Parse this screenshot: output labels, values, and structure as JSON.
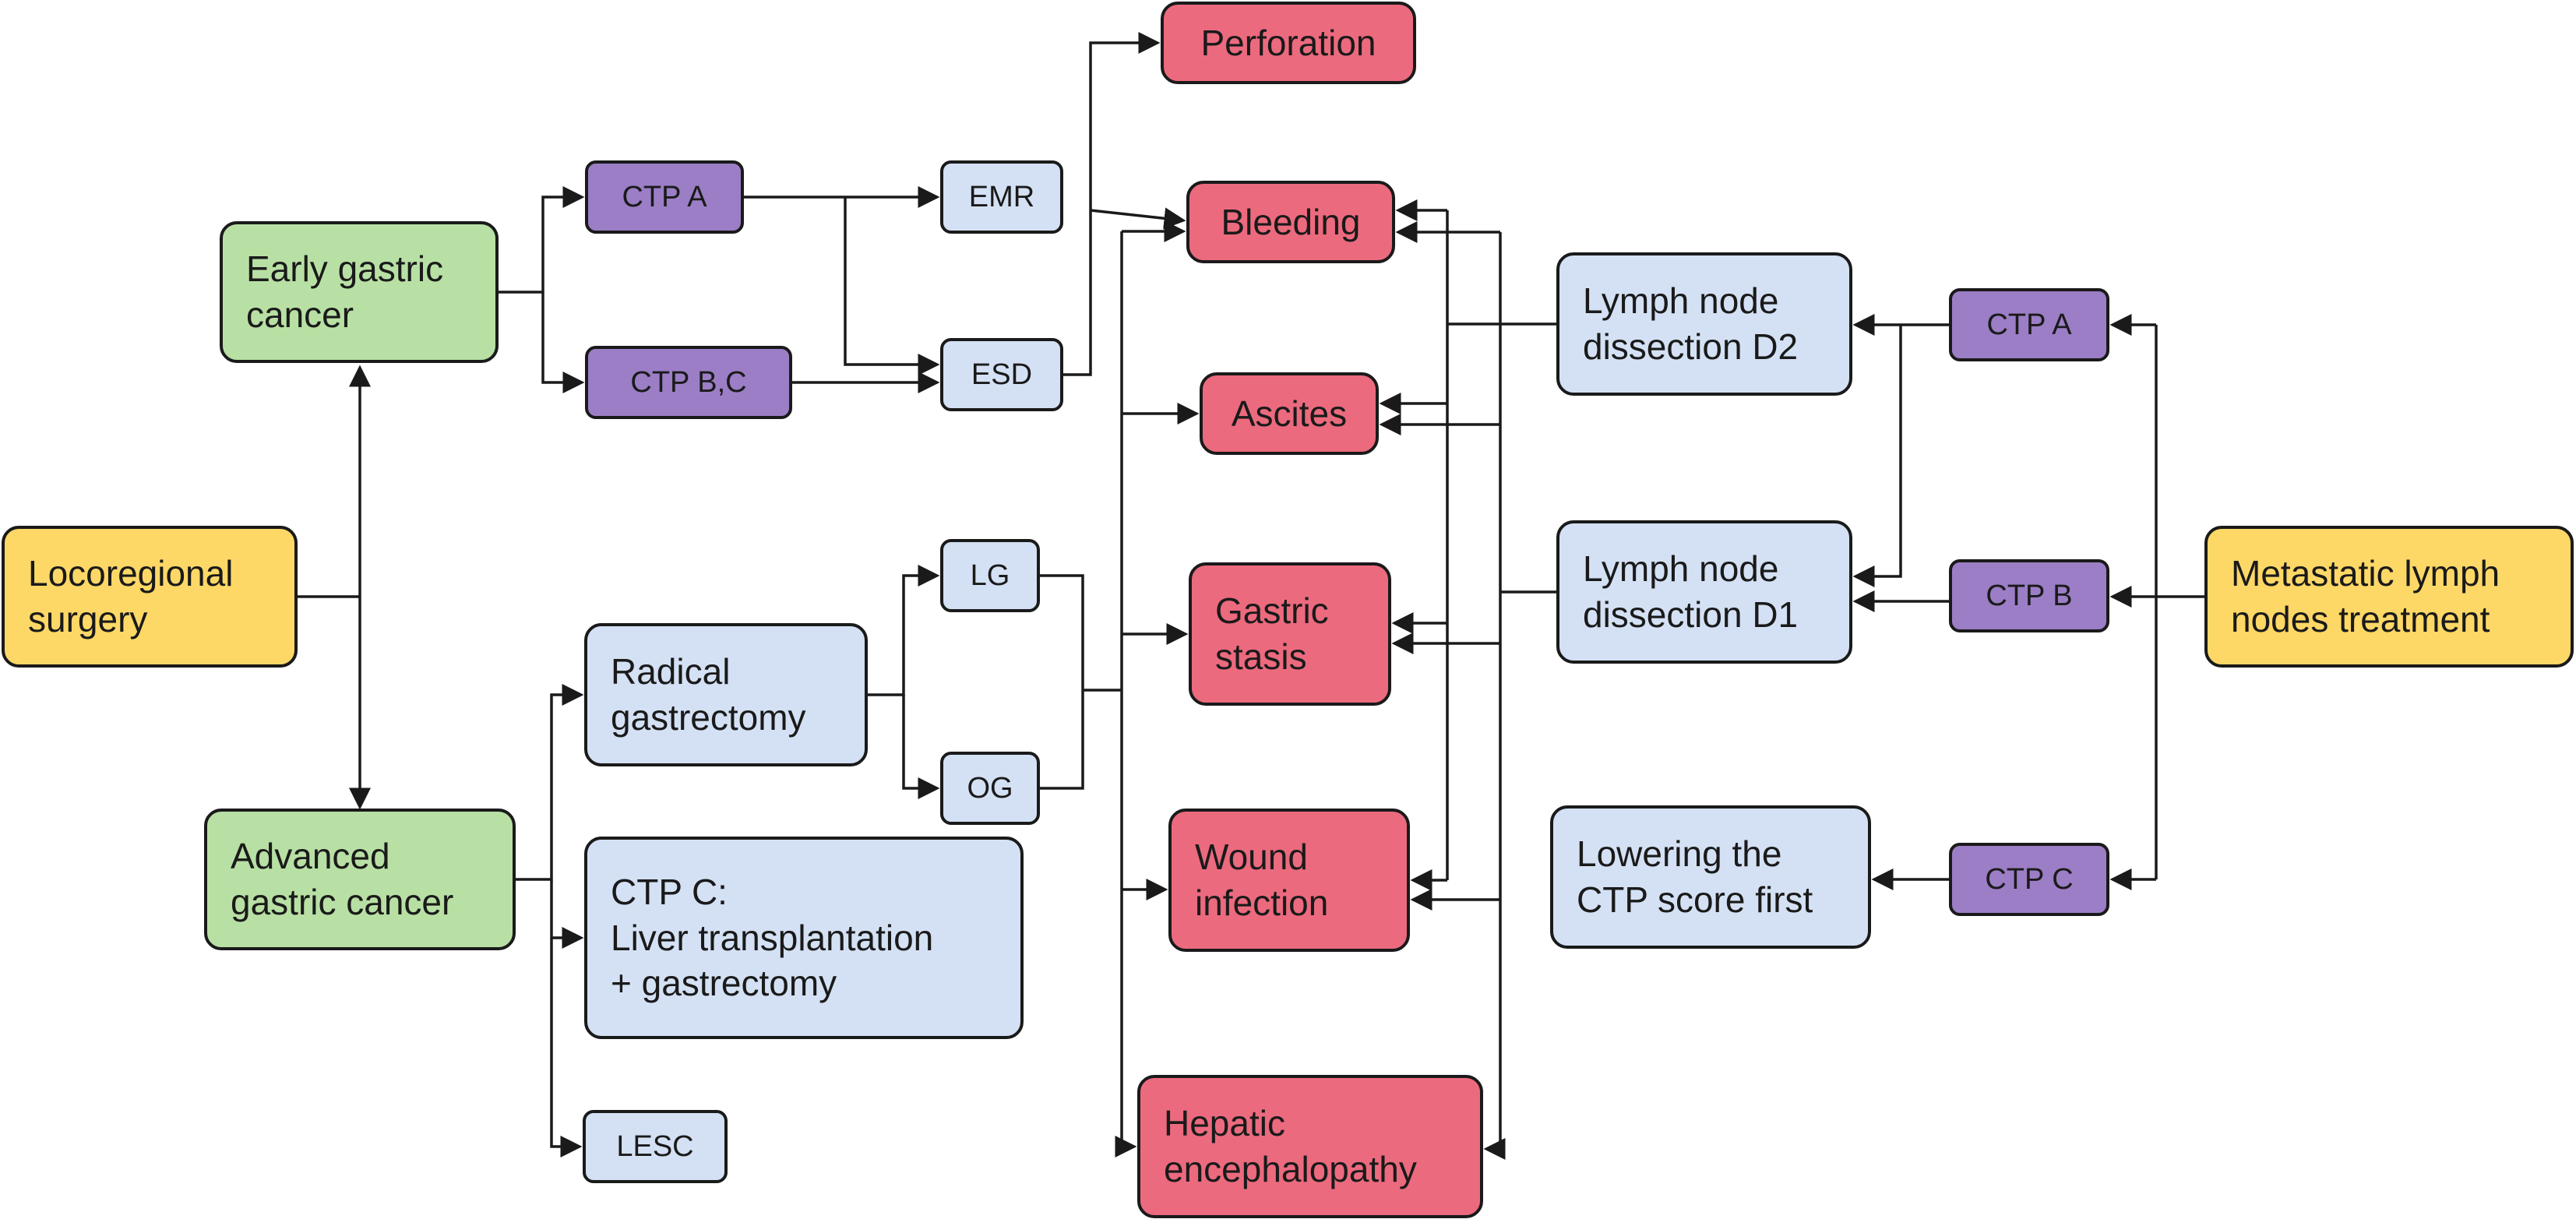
{
  "nodes": {
    "locoregional": {
      "lines": [
        "Locoregional",
        "surgery"
      ],
      "color": "#fdd867"
    },
    "early": {
      "lines": [
        "Early gastric",
        "cancer"
      ],
      "color": "#b8e0a4"
    },
    "advanced": {
      "lines": [
        "Advanced",
        "gastric cancer"
      ],
      "color": "#b8e0a4"
    },
    "ctp_a_left": {
      "lines": [
        "CTP A"
      ],
      "color": "#9b7ec6"
    },
    "ctp_bc_left": {
      "lines": [
        "CTP B,C"
      ],
      "color": "#9b7ec6"
    },
    "emr": {
      "lines": [
        "EMR"
      ],
      "color": "#d4e1f4"
    },
    "esd": {
      "lines": [
        "ESD"
      ],
      "color": "#d4e1f4"
    },
    "radical": {
      "lines": [
        "Radical",
        "gastrectomy"
      ],
      "color": "#d4e1f4"
    },
    "lg": {
      "lines": [
        "LG"
      ],
      "color": "#d4e1f4"
    },
    "og": {
      "lines": [
        "OG"
      ],
      "color": "#d4e1f4"
    },
    "ctp_c_liver": {
      "lines": [
        "CTP C:",
        "Liver transplantation",
        "+ gastrectomy"
      ],
      "color": "#d4e1f4"
    },
    "lesc": {
      "lines": [
        "LESC"
      ],
      "color": "#d4e1f4"
    },
    "perforation": {
      "lines": [
        "Perforation"
      ],
      "color": "#ec6a7e"
    },
    "bleeding": {
      "lines": [
        "Bleeding"
      ],
      "color": "#ec6a7e"
    },
    "ascites": {
      "lines": [
        "Ascites"
      ],
      "color": "#ec6a7e"
    },
    "gastric_stasis": {
      "lines": [
        "Gastric",
        "stasis"
      ],
      "color": "#ec6a7e"
    },
    "wound": {
      "lines": [
        "Wound",
        "infection"
      ],
      "color": "#ec6a7e"
    },
    "hepatic": {
      "lines": [
        "Hepatic",
        "encephalopathy"
      ],
      "color": "#ec6a7e"
    },
    "d2": {
      "lines": [
        "Lymph node",
        "dissection D2"
      ],
      "color": "#d4e1f4"
    },
    "d1": {
      "lines": [
        "Lymph node",
        "dissection D1"
      ],
      "color": "#d4e1f4"
    },
    "lowering": {
      "lines": [
        "Lowering the",
        "CTP score first"
      ],
      "color": "#d4e1f4"
    },
    "ctp_a_right": {
      "lines": [
        "CTP A"
      ],
      "color": "#9b7ec6"
    },
    "ctp_b_right": {
      "lines": [
        "CTP B"
      ],
      "color": "#9b7ec6"
    },
    "ctp_c_right": {
      "lines": [
        "CTP C"
      ],
      "color": "#9b7ec6"
    },
    "metastatic": {
      "lines": [
        "Metastatic lymph",
        "nodes treatment"
      ],
      "color": "#fdd867"
    }
  }
}
